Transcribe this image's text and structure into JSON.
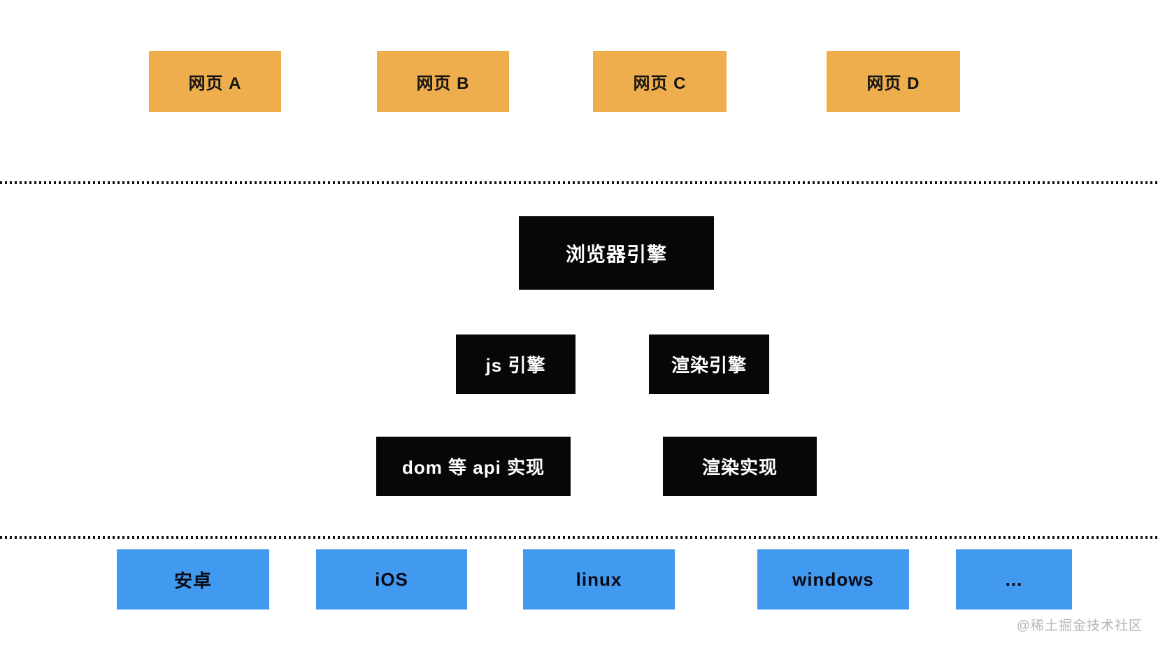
{
  "diagram": {
    "title_hint": "browser architecture diagram",
    "web_pages": [
      {
        "label": "网页 A"
      },
      {
        "label": "网页 B"
      },
      {
        "label": "网页 C"
      },
      {
        "label": "网页 D"
      }
    ],
    "browser_engine": {
      "label": "浏览器引擎"
    },
    "engines": [
      {
        "label": "js 引擎"
      },
      {
        "label": "渲染引擎"
      }
    ],
    "implementations": [
      {
        "label": "dom 等 api 实现"
      },
      {
        "label": "渲染实现"
      }
    ],
    "platforms": [
      {
        "label": "安卓"
      },
      {
        "label": "iOS"
      },
      {
        "label": "linux"
      },
      {
        "label": "windows"
      },
      {
        "label": "..."
      }
    ],
    "watermark": "@稀土掘金技术社区",
    "colors": {
      "web_page_box": "#efae4d",
      "engine_box": "#070707",
      "engine_text": "#ffffff",
      "platform_box": "#4199f0",
      "box_text_dark": "#141414",
      "divider_dot": "#111111",
      "watermark_text": "#b5b5b5",
      "background": "#ffffff"
    }
  }
}
